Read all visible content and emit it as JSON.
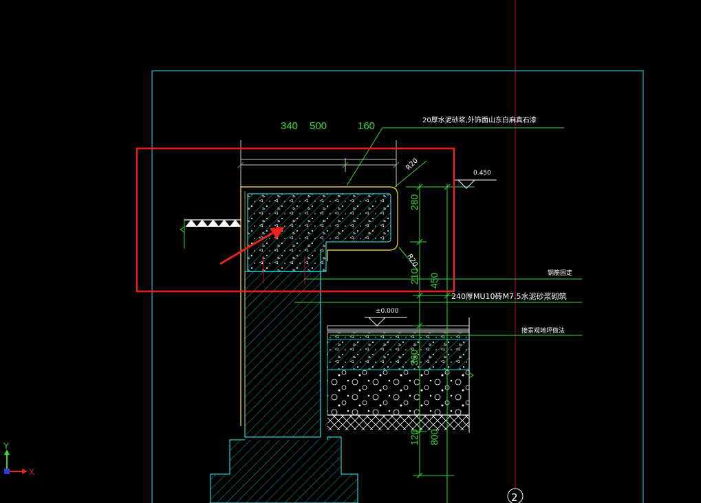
{
  "colors": {
    "background": "#000000",
    "frame": "#2fb6d8",
    "dimension": "#37d93a",
    "outline": "#d8c83a",
    "cyan_fill": "#22d0d0",
    "red_axis": "#c8102e",
    "highlight": "#e8241c",
    "text": "#ffffff"
  },
  "dimensions": {
    "top_340": "340",
    "top_500": "500",
    "top_160": "160",
    "v_280": "280",
    "v_210": "210",
    "v_450": "450",
    "v_360": "360",
    "v_120": "120",
    "v_800": "800",
    "radius_top": "R20",
    "radius_bottom": "R20"
  },
  "annotations": {
    "finish_note": "20厚水泥砂浆,外饰面山东白麻真石漆",
    "level_top": "0.450",
    "rebar_note": "钢筋固定",
    "wall_note": "240厚MU10砖M7.5水泥砂浆砌筑",
    "level_ground": "±0.000",
    "paving_note": "接景观地坪做法"
  },
  "axis_marker": "2",
  "ucs": {
    "x_label": "X",
    "y_label": "Y"
  },
  "icons": [
    "ucs-axis-icon",
    "arrow-icon",
    "level-marker-icon"
  ]
}
